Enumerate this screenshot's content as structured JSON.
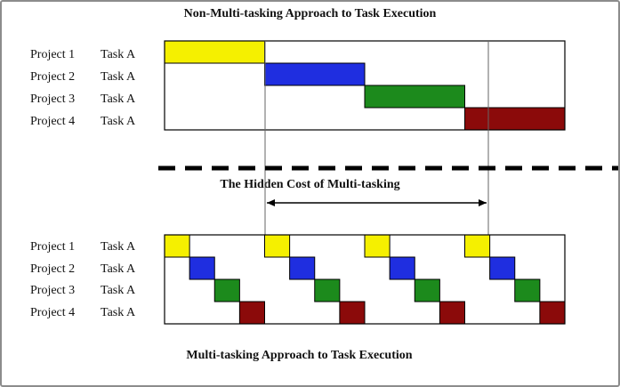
{
  "top_title": "Non-Multi-tasking Approach to Task Execution",
  "middle_title": "The Hidden Cost of Multi-tasking",
  "bottom_title": "Multi-tasking Approach to Task Execution",
  "projects": [
    {
      "project": "Project 1",
      "task": "Task A"
    },
    {
      "project": "Project 2",
      "task": "Task A"
    },
    {
      "project": "Project 3",
      "task": "Task A"
    },
    {
      "project": "Project 4",
      "task": "Task A"
    }
  ],
  "colors": {
    "project_1": "#f5f000",
    "project_2": "#1f2ee0",
    "project_3": "#1c8a1c",
    "project_4": "#8b0a0a"
  },
  "sequential_schedule": {
    "unit_count": 4,
    "blocks": [
      {
        "project": 1,
        "start": 0,
        "duration": 1
      },
      {
        "project": 2,
        "start": 1,
        "duration": 1
      },
      {
        "project": 3,
        "start": 2,
        "duration": 1
      },
      {
        "project": 4,
        "start": 3,
        "duration": 1
      }
    ]
  },
  "multitasking_schedule": {
    "unit_count": 16,
    "cycles": 4
  }
}
